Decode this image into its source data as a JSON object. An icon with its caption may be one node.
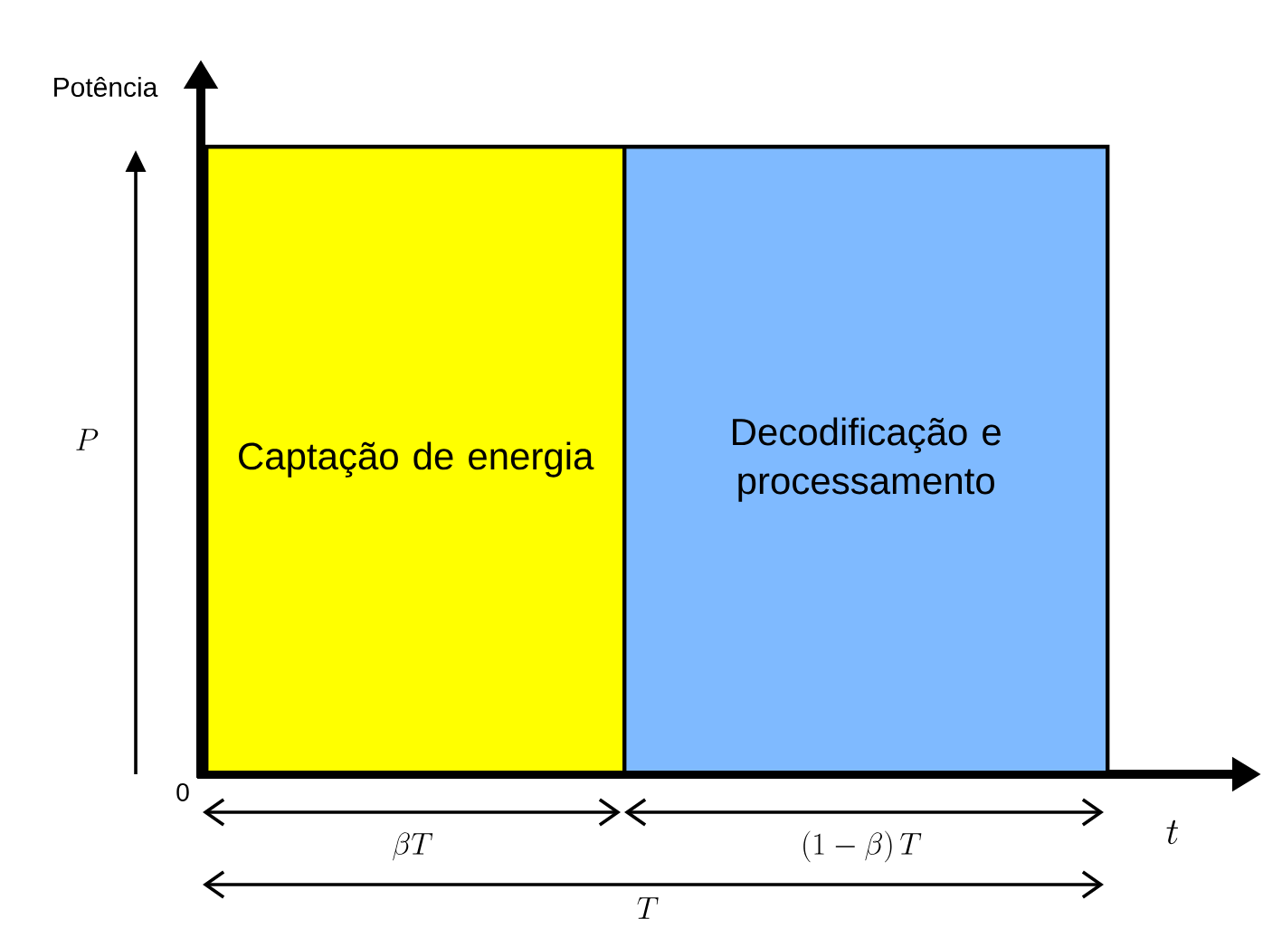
{
  "diagram": {
    "nodes": [
      {
        "text": [
          "Captação de energia"
        ]
      },
      {
        "text": [
          "Decodificação e processamento"
        ]
      }
    ],
    "edges": [],
    "labels": [
      "Potência",
      "P",
      "0",
      "t",
      "\\beta T",
      "(1-\\beta)\\,T",
      "T"
    ]
  }
}
